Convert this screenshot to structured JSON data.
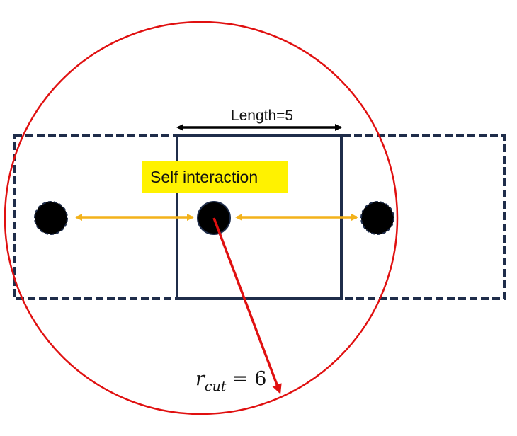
{
  "diagram": {
    "length_label": "Length=5",
    "self_interaction_label": "Self interaction",
    "rcut": {
      "symbol": "r",
      "subscript": "cut",
      "equals": " = 6"
    }
  },
  "colors": {
    "box": "#1f2d4a",
    "cutoff_circle": "#e01010",
    "interaction_arrow": "#f3b21a",
    "length_arrow": "#000000",
    "label_highlight": "#fff200",
    "particle": "#000000"
  }
}
